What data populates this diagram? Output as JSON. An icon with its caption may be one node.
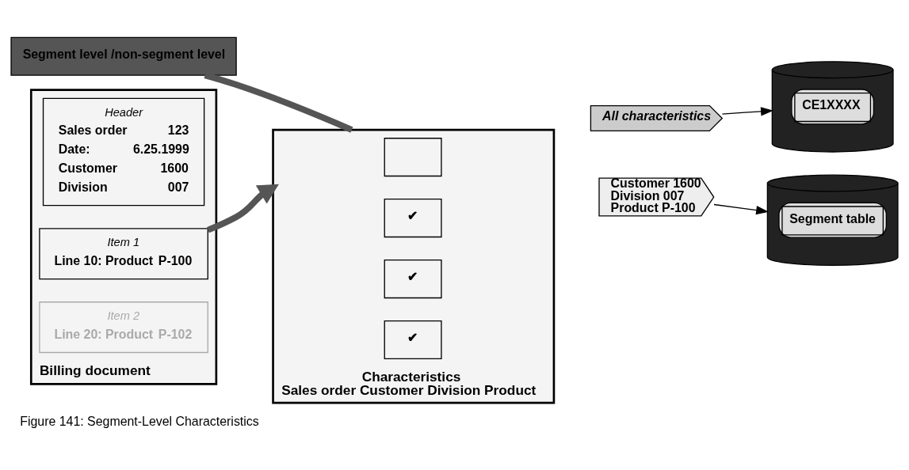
{
  "diagram": {
    "caption": "Figure 141: Segment-Level Characteristics",
    "nodes": [
      {
        "text": [
          "Segment level /non-segment level"
        ]
      },
      {
        "text": [
          "Billing document"
        ]
      },
      {
        "text": [
          "Header",
          "Sales order",
          "123",
          "Date:",
          "6.25.1999",
          "Customer",
          "1600",
          "Division",
          "007"
        ],
        "in": 1
      },
      {
        "text": [
          "Item 1",
          "Line 10: Product",
          "P-100"
        ],
        "in": 1
      },
      {
        "text": [
          "Item 2",
          "Line 20: Product",
          "P-102"
        ],
        "in": 1
      },
      {
        "text": [
          "Characteristics",
          "Sales order Customer Division Product"
        ]
      },
      {
        "text": [],
        "shape": "box",
        "in": 5
      },
      {
        "text": [
          "✔"
        ],
        "in": 5
      },
      {
        "text": [
          "✔"
        ],
        "in": 5
      },
      {
        "text": [
          "✔"
        ],
        "in": 5
      },
      {
        "text": [
          "All characteristics"
        ]
      },
      {
        "text": [
          "CE1XXXX"
        ]
      },
      {
        "text": [
          "Customer 1600",
          "Division 007",
          "Product P-100"
        ]
      },
      {
        "text": [
          "Segment table"
        ]
      }
    ],
    "edges": [
      {
        "from": 0,
        "to": 5,
        "arrow": "none",
        "style": "thick",
        "color": "#555555"
      },
      {
        "from": 3,
        "to": 5,
        "arrow": "to",
        "style": "thick",
        "color": "#555555"
      },
      {
        "from": 10,
        "to": 11,
        "arrow": "to"
      },
      {
        "from": 12,
        "to": 13,
        "arrow": "to"
      }
    ]
  }
}
